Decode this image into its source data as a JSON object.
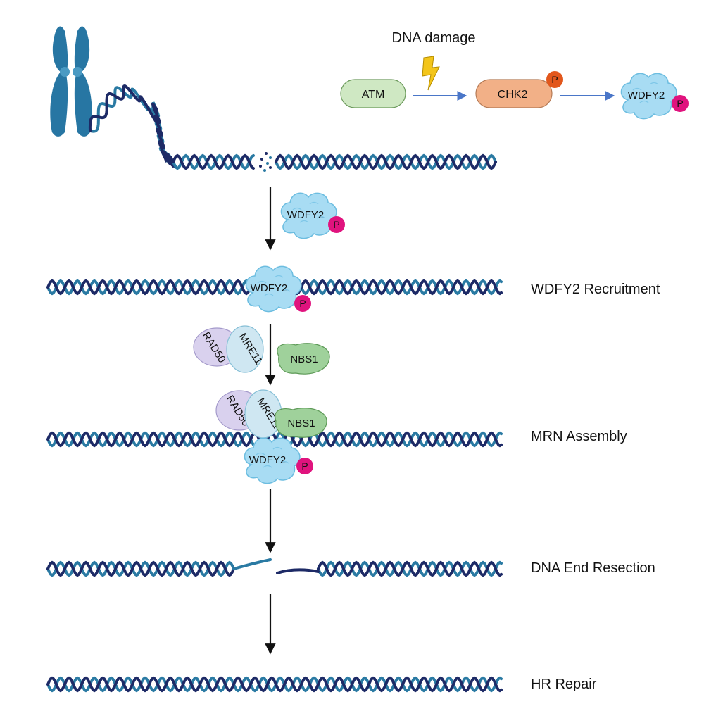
{
  "diagram": {
    "pathway": {
      "trigger": "DNA damage",
      "kinase1": "ATM",
      "kinase2": "CHK2",
      "target": "WDFY2",
      "phospho": "P"
    },
    "proteins": {
      "wdfy2": "WDFY2",
      "rad50": "RAD50",
      "mre11": "MRE11",
      "nbs1": "NBS1",
      "phospho": "P"
    },
    "stages": [
      {
        "label": "WDFY2 Recruitment"
      },
      {
        "label": "MRN Assembly"
      },
      {
        "label": "DNA End Resection"
      },
      {
        "label": "HR Repair"
      }
    ],
    "colors": {
      "dna_dark": "#1d2a66",
      "dna_light": "#2a7aa3",
      "chromosome": "#2776a3",
      "wdfy2": "#a8dcf3",
      "phospho_magenta": "#e0137e",
      "phospho_orange": "#e2571c",
      "atm": "#cfe8c3",
      "chk2": "#f2b087",
      "rad50": "#d9d1ee",
      "mre11": "#cfe7f2",
      "nbs1": "#9fd19b",
      "arrow_blue": "#4a76c8",
      "bolt": "#f3c51a"
    }
  }
}
